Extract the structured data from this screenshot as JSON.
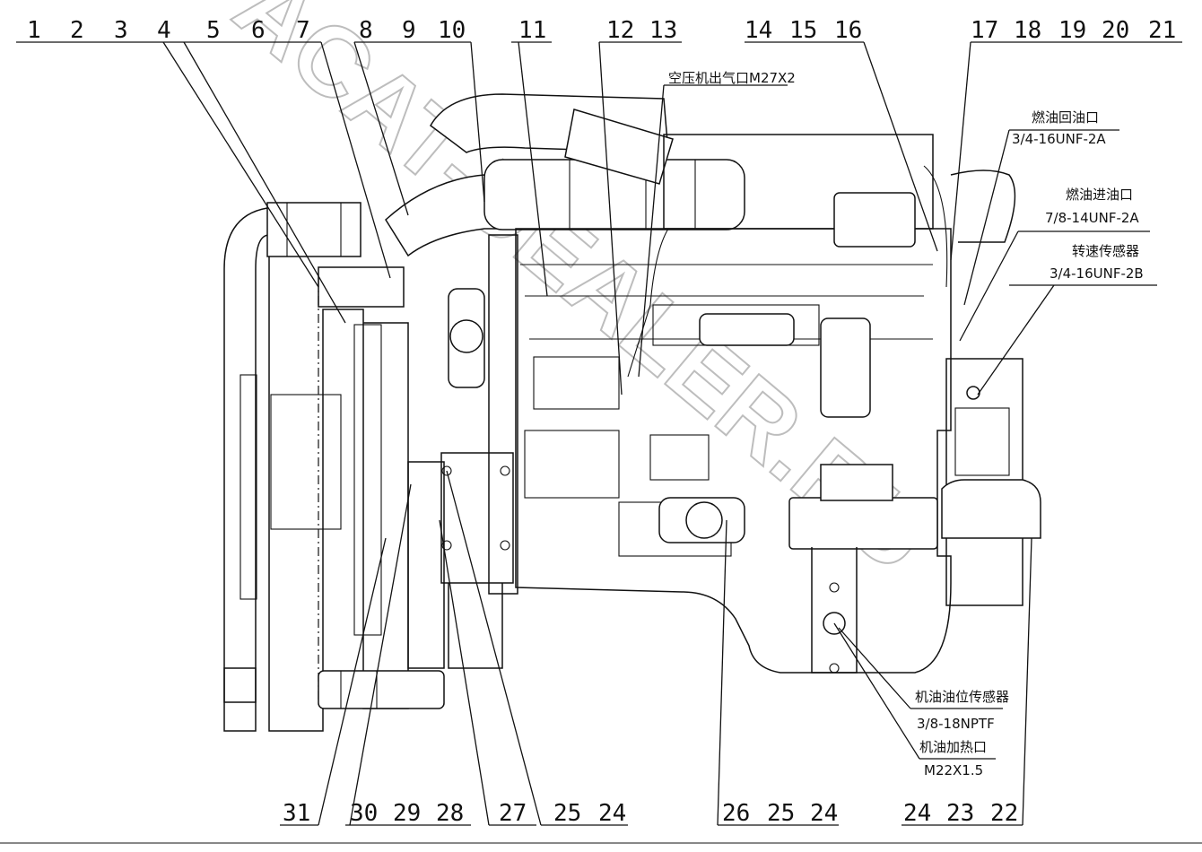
{
  "callouts_top": [
    {
      "id": "1",
      "label": "1"
    },
    {
      "id": "2",
      "label": "2"
    },
    {
      "id": "3",
      "label": "3"
    },
    {
      "id": "4",
      "label": "4"
    },
    {
      "id": "5",
      "label": "5"
    },
    {
      "id": "6",
      "label": "6"
    },
    {
      "id": "7",
      "label": "7"
    },
    {
      "id": "8",
      "label": "8"
    },
    {
      "id": "9",
      "label": "9"
    },
    {
      "id": "10",
      "label": "10"
    },
    {
      "id": "11",
      "label": "11"
    },
    {
      "id": "12",
      "label": "12"
    },
    {
      "id": "13",
      "label": "13"
    },
    {
      "id": "14",
      "label": "14"
    },
    {
      "id": "15",
      "label": "15"
    },
    {
      "id": "16",
      "label": "16"
    },
    {
      "id": "17",
      "label": "17"
    },
    {
      "id": "18",
      "label": "18"
    },
    {
      "id": "19",
      "label": "19"
    },
    {
      "id": "20",
      "label": "20"
    },
    {
      "id": "21",
      "label": "21"
    }
  ],
  "callouts_bottom": [
    {
      "id": "31",
      "label": "31"
    },
    {
      "id": "30",
      "label": "30"
    },
    {
      "id": "29",
      "label": "29"
    },
    {
      "id": "28",
      "label": "28"
    },
    {
      "id": "27",
      "label": "27"
    },
    {
      "id": "25a",
      "label": "25"
    },
    {
      "id": "24a",
      "label": "24"
    },
    {
      "id": "26",
      "label": "26"
    },
    {
      "id": "25b",
      "label": "25"
    },
    {
      "id": "24b",
      "label": "24"
    },
    {
      "id": "24c",
      "label": "24"
    },
    {
      "id": "23",
      "label": "23"
    },
    {
      "id": "22",
      "label": "22"
    }
  ],
  "annotations": {
    "air_compressor_outlet": "空压机出气口M27X2",
    "fuel_return_title": "燃油回油口",
    "fuel_return_spec": "3/4-16UNF-2A",
    "fuel_inlet_title": "燃油进油口",
    "fuel_inlet_spec": "7/8-14UNF-2A",
    "speed_sensor_title": "转速传感器",
    "speed_sensor_spec": "3/4-16UNF-2B",
    "oil_level_sensor_title": "机油油位传感器",
    "oil_level_sensor_spec": "3/8-18NPTF",
    "oil_heater_title": "机油加热口",
    "oil_heater_spec": "M22X1.5"
  },
  "watermark": "ACAT-DEALER.RU"
}
